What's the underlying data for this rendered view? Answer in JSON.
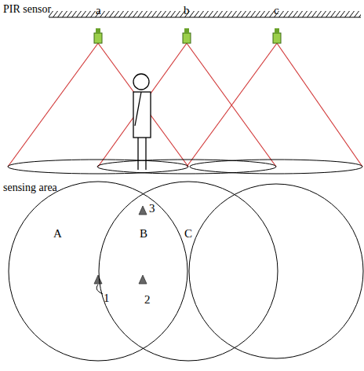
{
  "diagram": {
    "nodes": [
      {
        "text": [
          "A"
        ]
      },
      {
        "text": [
          "B"
        ]
      },
      {
        "text": [
          "C"
        ]
      }
    ],
    "labels": [
      "PIR sensor",
      "a",
      "b",
      "c",
      "sensing area",
      "1",
      "2",
      "3"
    ]
  }
}
